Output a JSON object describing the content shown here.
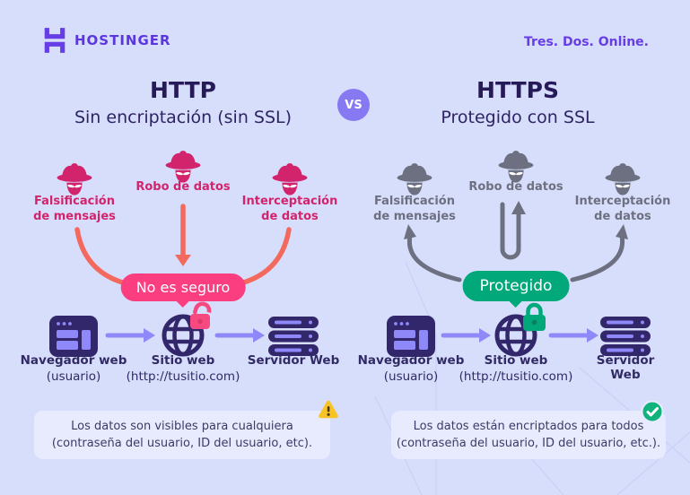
{
  "header": {
    "brand": "HOSTINGER",
    "tagline": "Tres. Dos. Online."
  },
  "comparison": {
    "vs": "VS"
  },
  "left": {
    "title": "HTTP",
    "subtitle": "Sin encriptación (sin SSL)",
    "threats": [
      {
        "line1": "Falsificación",
        "line2": "de mensajes"
      },
      {
        "line1": "Robo de datos",
        "line2": ""
      },
      {
        "line1": "Interceptación",
        "line2": "de datos"
      }
    ],
    "status_badge": "No es seguro",
    "nodes": [
      {
        "label": "Navegador web",
        "sublabel": "(usuario)"
      },
      {
        "label": "Sitio web",
        "sublabel": "(http://tusitio.com)"
      },
      {
        "label": "Servidor Web",
        "sublabel": ""
      }
    ],
    "note": {
      "line1": "Los datos son visibles para cualquiera",
      "line2": "(contraseña del usuario, ID del usuario, etc)."
    }
  },
  "right": {
    "title": "HTTPS",
    "subtitle": "Protegido con SSL",
    "threats": [
      {
        "line1": "Falsificación",
        "line2": "de mensajes"
      },
      {
        "line1": "Robo de datos",
        "line2": ""
      },
      {
        "line1": "Interceptación",
        "line2": "de datos"
      }
    ],
    "status_badge": "Protegido",
    "nodes": [
      {
        "label": "Navegador web",
        "sublabel": "(usuario)"
      },
      {
        "label": "Sitio web",
        "sublabel": "(http://tusitio.com)"
      },
      {
        "label": "Servidor Web",
        "sublabel": ""
      }
    ],
    "note": {
      "line1": "Los datos están encriptados para todos",
      "line2": "(contraseña del usuario, ID del usuario, etc.)."
    }
  },
  "colors": {
    "background": "#d7defb",
    "brand_purple": "#673de6",
    "title_navy": "#271a59",
    "threat_crimson": "#d2246d",
    "arrow_salmon": "#f4695e",
    "danger_pill_pink": "#fb3e7f",
    "safe_green": "#00a87a",
    "neutral_gray": "#6d7080",
    "icon_navy": "#33276b",
    "icon_lavender": "#8f88f8",
    "card_background": "#e8ebfd",
    "warning_yellow": "#f7c325"
  }
}
